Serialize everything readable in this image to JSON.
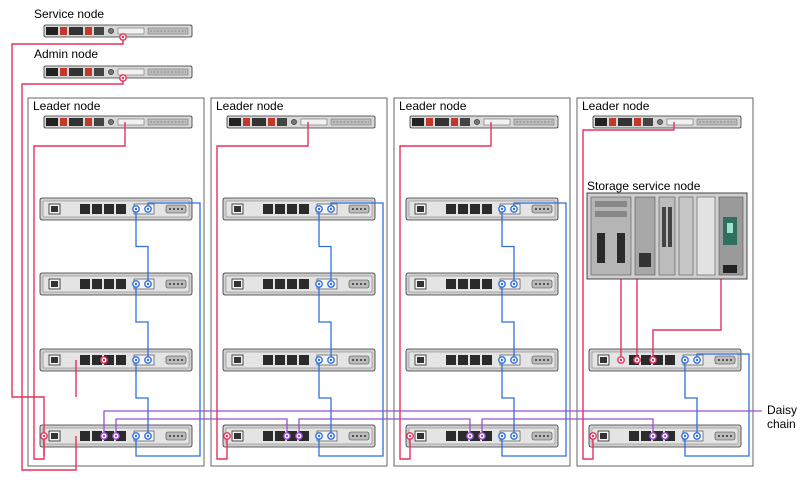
{
  "labels": {
    "service_node": "Service node",
    "admin_node": "Admin node",
    "leader_node": "Leader node",
    "storage_service_node": "Storage service node",
    "daisy_chain_line1": "Daisy",
    "daisy_chain_line2": "chain"
  },
  "colors": {
    "management_link": "#e8305a",
    "daisy_chain_link": "#9b4fd0",
    "switch_link": "#2f6fe0",
    "frame_border": "#555555",
    "device_body": "#d6d6d6"
  },
  "groups": [
    {
      "label": "Leader node",
      "has_storage": false
    },
    {
      "label": "Leader node",
      "has_storage": false
    },
    {
      "label": "Leader node",
      "has_storage": false
    },
    {
      "label": "Leader node",
      "has_storage": true
    }
  ]
}
